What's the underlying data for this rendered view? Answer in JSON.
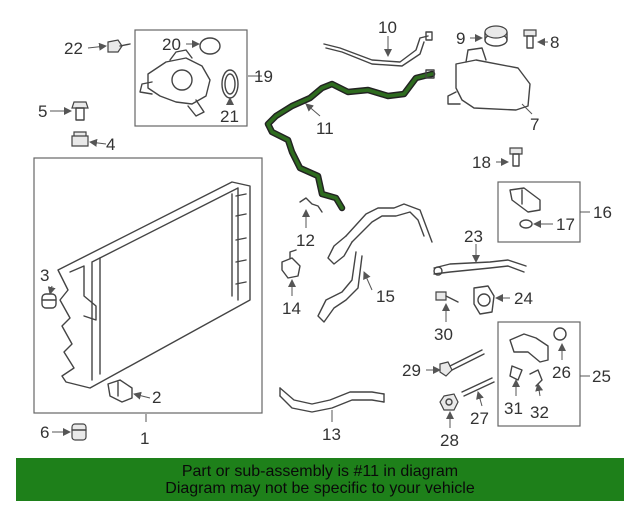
{
  "callouts": {
    "n1": "1",
    "n2": "2",
    "n3": "3",
    "n4": "4",
    "n5": "5",
    "n6": "6",
    "n7": "7",
    "n8": "8",
    "n9": "9",
    "n10": "10",
    "n11": "11",
    "n12": "12",
    "n13": "13",
    "n14": "14",
    "n15": "15",
    "n16": "16",
    "n17": "17",
    "n18": "18",
    "n19": "19",
    "n20": "20",
    "n21": "21",
    "n22": "22",
    "n23": "23",
    "n24": "24",
    "n25": "25",
    "n26": "26",
    "n27": "27",
    "n28": "28",
    "n29": "29",
    "n30": "30",
    "n31": "31",
    "n32": "32"
  },
  "highlighted_part": "11",
  "colors": {
    "highlight_part": "#2e6b1f",
    "banner_background": "#1e801a",
    "banner_text": "#0a0a0a"
  },
  "banner": {
    "line1": "Part or sub-assembly is #11 in diagram",
    "line2": "Diagram may not be specific to your vehicle"
  }
}
